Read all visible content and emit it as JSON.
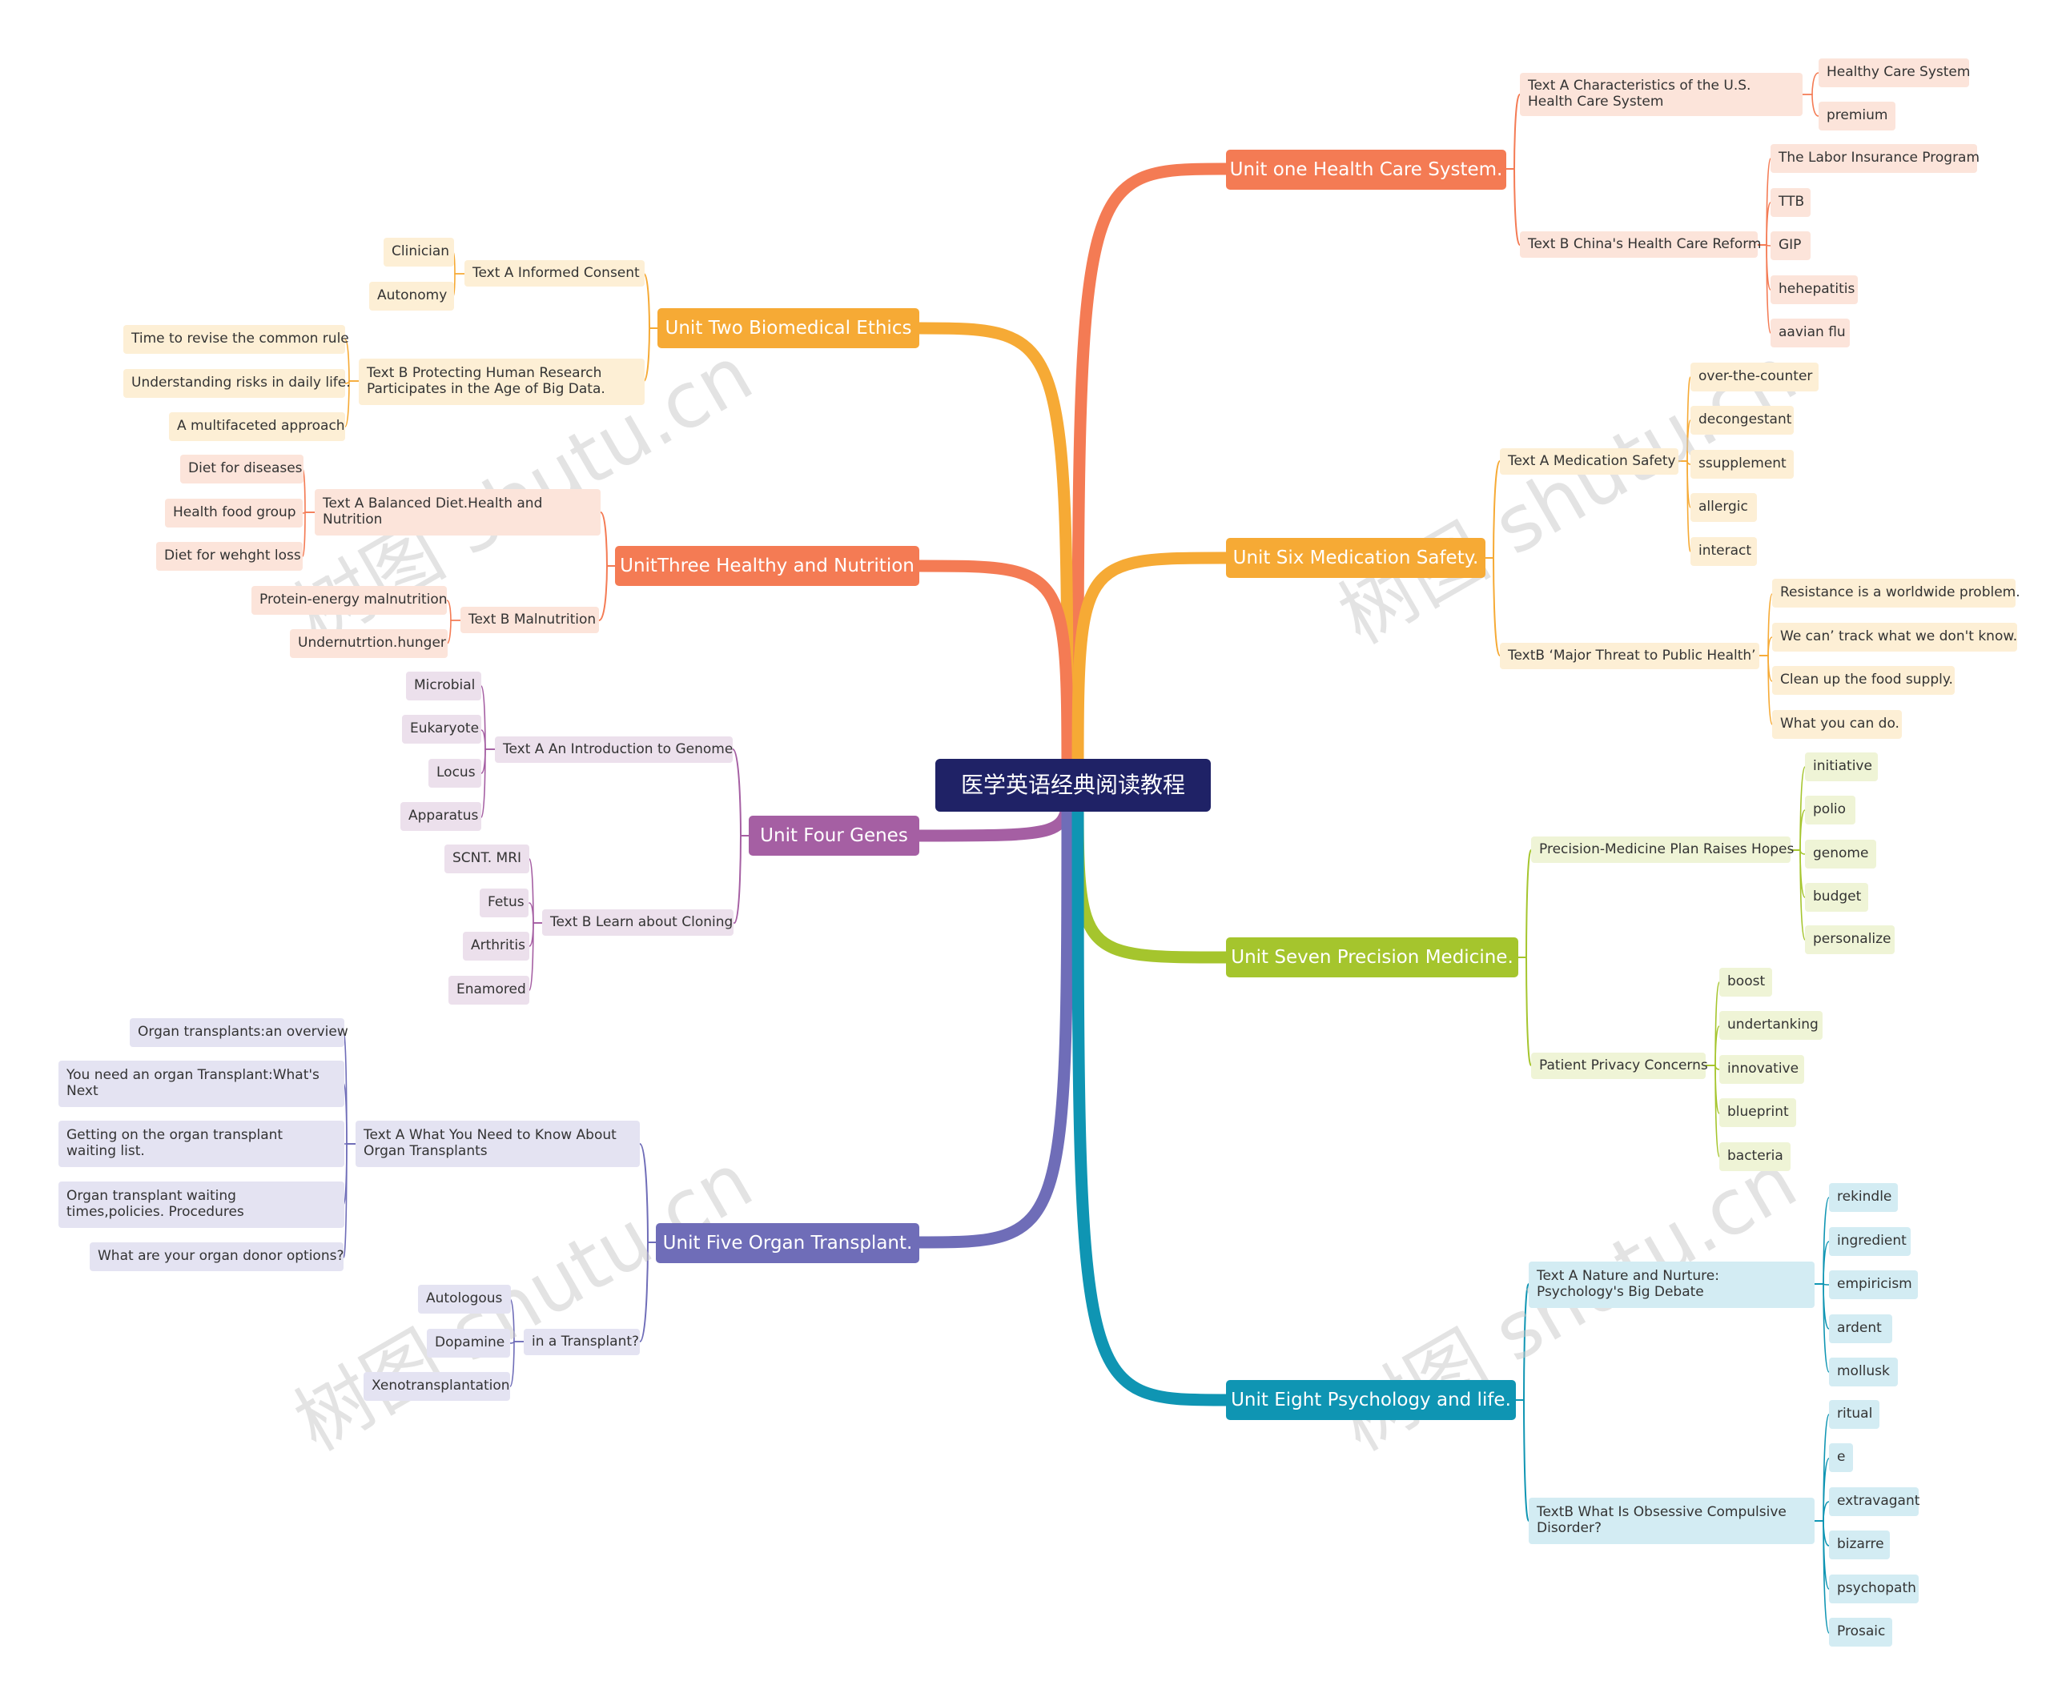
{
  "root": "医学英语经典阅读教程",
  "watermark": "树图 shutu.cn",
  "units": [
    {
      "title": "Unit one Health Care System.",
      "color": "#f47b54",
      "sub_bg": "#fce4da",
      "leaf_bg": "#fce4da",
      "texts": [
        {
          "label": "Text A Characteristics of the U.S. Health Care System",
          "items": [
            "Healthy Care System",
            "premium"
          ]
        },
        {
          "label": "Text B China's Health Care Reform",
          "items": [
            "The Labor Insurance Program",
            "TTB",
            "GIP",
            "hehepatitis",
            "aavian flu"
          ]
        }
      ]
    },
    {
      "title": "Unit Two Biomedical Ethics",
      "color": "#f6aa35",
      "sub_bg": "#fdefd5",
      "leaf_bg": "#fdefd5",
      "texts": [
        {
          "label": "Text A Informed Consent",
          "items": [
            "Clinician",
            "Autonomy"
          ]
        },
        {
          "label": "Text B Protecting Human Research Participates in the Age of Big Data.",
          "items": [
            "Time to revise the common rule",
            "Understanding risks in daily life.",
            "A multifaceted approach"
          ]
        }
      ]
    },
    {
      "title": "UnitThree Healthy and Nutrition",
      "color": "#f47b54",
      "sub_bg": "#fce4da",
      "leaf_bg": "#fce4da",
      "texts": [
        {
          "label": "Text A Balanced Diet.Health and Nutrition",
          "items": [
            "Diet for diseases",
            "Health food group",
            "Diet for wehght loss"
          ]
        },
        {
          "label": "Text B Malnutrition",
          "items": [
            "Protein-energy malnutrition",
            "Undernutrtion.hunger"
          ]
        }
      ]
    },
    {
      "title": "Unit Four Genes",
      "color": "#a55fa3",
      "sub_bg": "#ece0ec",
      "leaf_bg": "#ece0ec",
      "texts": [
        {
          "label": "Text A An Introduction to Genome",
          "items": [
            "Microbial",
            "Eukaryote",
            "Locus",
            "Apparatus"
          ]
        },
        {
          "label": "Text B Learn about Cloning",
          "items": [
            "SCNT. MRI",
            "Fetus",
            "Arthritis",
            "Enamored"
          ]
        }
      ]
    },
    {
      "title": "Unit Five Organ Transplant.",
      "color": "#6f6db8",
      "sub_bg": "#e4e3f2",
      "leaf_bg": "#e4e3f2",
      "texts": [
        {
          "label": "Text A What You Need to Know About Organ Transplants",
          "items": [
            "Organ transplants:an overview",
            "You need an organ Transplant:What's Next",
            "Getting on the organ transplant waiting list.",
            "Organ transplant waiting times,policies. Procedures",
            "What are your organ donor options?"
          ]
        },
        {
          "label": "in a Transplant?",
          "items": [
            "Autologous",
            "Dopamine",
            "Xenotransplantation"
          ]
        }
      ]
    },
    {
      "title": "Unit Six Medication Safety.",
      "color": "#f6aa35",
      "sub_bg": "#fdefd5",
      "leaf_bg": "#fdefd5",
      "texts": [
        {
          "label": "Text A Medication Safety",
          "items": [
            "over-the-counter",
            "decongestant",
            "ssupplement",
            "allergic",
            "interact"
          ]
        },
        {
          "label": "TextB ‘Major Threat to Public Health’",
          "items": [
            "Resistance is a worldwide problem.",
            "We can’ track what we don't know.",
            "Clean up the food supply.",
            "What you can do."
          ]
        }
      ]
    },
    {
      "title": "Unit Seven Precision Medicine.",
      "color": "#a5c52d",
      "sub_bg": "#eff4d6",
      "leaf_bg": "#eff4d6",
      "texts": [
        {
          "label": "Precision-Medicine Plan Raises Hopes",
          "items": [
            "initiative",
            "polio",
            "genome",
            "budget",
            "personalize"
          ]
        },
        {
          "label": "Patient Privacy Concerns",
          "items": [
            "boost",
            "undertanking",
            "innovative",
            "blueprint",
            "bacteria"
          ]
        }
      ]
    },
    {
      "title": "Unit Eight Psychology and life.",
      "color": "#0f95b3",
      "sub_bg": "#d3ecf3",
      "leaf_bg": "#d3ecf3",
      "texts": [
        {
          "label": "Text A Nature and Nurture: Psychology's Big Debate",
          "items": [
            "rekindle",
            "ingredient",
            "empiricism",
            "ardent",
            "mollusk"
          ]
        },
        {
          "label": "TextB What Is Obsessive Compulsive Disorder?",
          "items": [
            "ritual",
            "e",
            "extravagant",
            "bizarre",
            "psychopath",
            "Prosaic"
          ]
        }
      ]
    }
  ]
}
